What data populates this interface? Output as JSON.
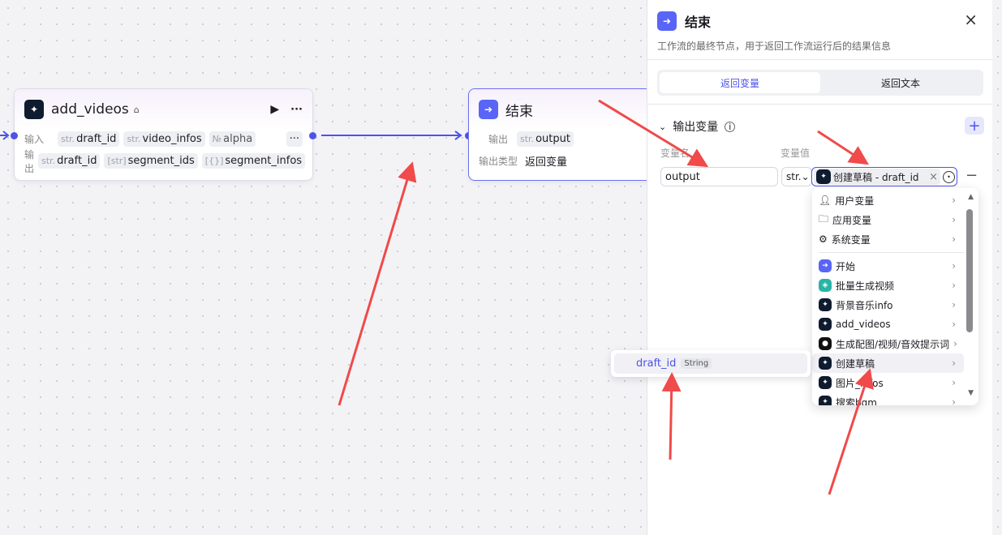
{
  "canvas": {
    "add_videos": {
      "title": "add_videos",
      "input_label": "输入",
      "output_label": "输出",
      "inputs": [
        {
          "type": "str.",
          "name": "draft_id"
        },
        {
          "type": "str.",
          "name": "video_infos"
        },
        {
          "type": "№",
          "name": "alpha"
        }
      ],
      "outputs": [
        {
          "type": "str.",
          "name": "draft_id"
        },
        {
          "type": "[str]",
          "name": "segment_ids"
        },
        {
          "type": "[{}]",
          "name": "segment_infos"
        }
      ]
    },
    "end_node": {
      "title": "结束",
      "output_label": "输出",
      "output_type": "str.",
      "output_name": "output",
      "type_label": "输出类型",
      "type_value": "返回变量"
    }
  },
  "panel": {
    "title": "结束",
    "description": "工作流的最终节点，用于返回工作流运行后的结果信息",
    "tabs": [
      "返回变量",
      "返回文本"
    ],
    "section": "输出变量",
    "col_name": "变量名",
    "col_value": "变量值",
    "var_name": "output",
    "var_type": "str.",
    "var_ref": "创建草稿 - draft_id"
  },
  "menu": {
    "items": [
      "用户变量",
      "应用变量",
      "系统变量",
      "开始",
      "批量生成视频",
      "背景音乐info",
      "add_videos",
      "生成配图/视频/音效提示词",
      "创建草稿",
      "图片_infos",
      "搜索bgm"
    ]
  },
  "submenu": {
    "name": "draft_id",
    "type": "String"
  }
}
